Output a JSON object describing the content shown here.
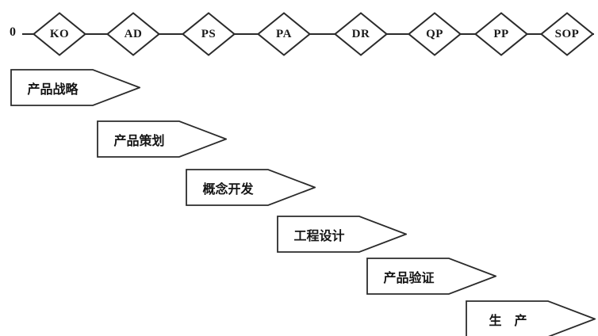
{
  "timeline": {
    "origin_label": "0",
    "milestones": [
      {
        "label": "KO"
      },
      {
        "label": "AD"
      },
      {
        "label": "PS"
      },
      {
        "label": "PA"
      },
      {
        "label": "DR"
      },
      {
        "label": "QP"
      },
      {
        "label": "PP"
      },
      {
        "label": "SOP"
      }
    ]
  },
  "phases": [
    {
      "label": "产品战略"
    },
    {
      "label": "产品策划"
    },
    {
      "label": "概念开发"
    },
    {
      "label": "工程设计"
    },
    {
      "label": "产品验证"
    },
    {
      "label": "生　产"
    }
  ],
  "colors": {
    "line": "#2b2b2b",
    "shape_fill": "#ffffff",
    "text": "#1a1a1a",
    "background": "#ffffff"
  }
}
